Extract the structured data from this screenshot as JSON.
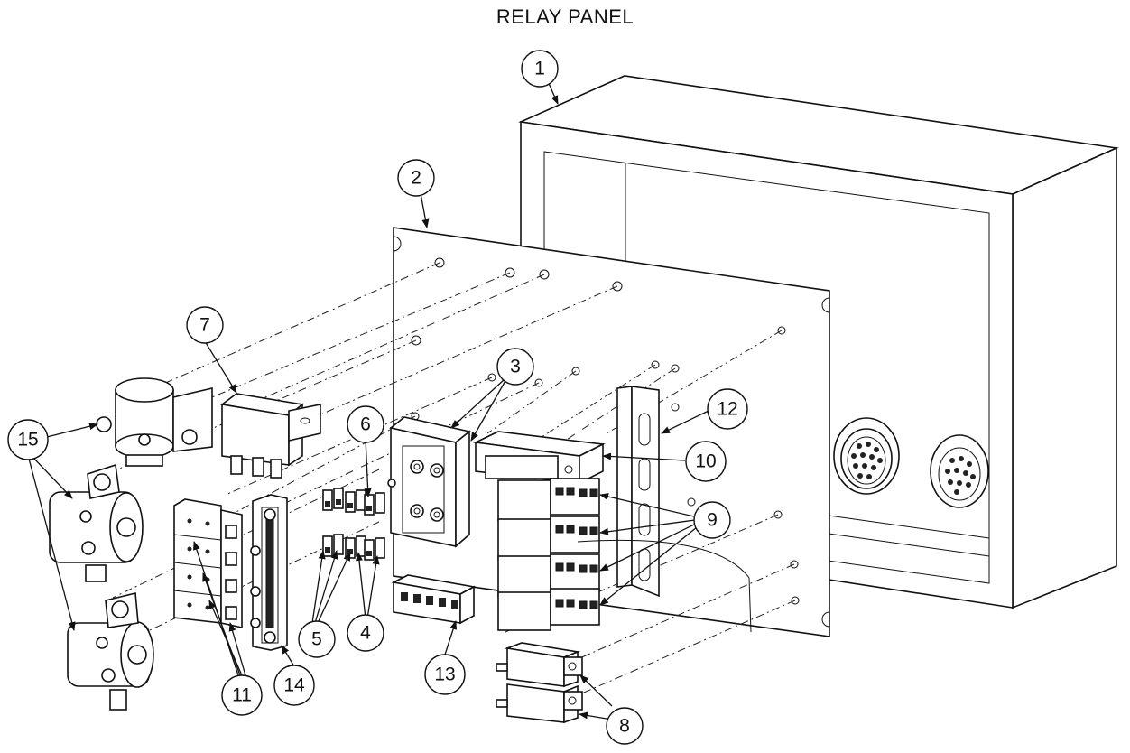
{
  "title": "RELAY PANEL",
  "callouts": [
    {
      "id": "1",
      "label": "1"
    },
    {
      "id": "2",
      "label": "2"
    },
    {
      "id": "3",
      "label": "3"
    },
    {
      "id": "4",
      "label": "4"
    },
    {
      "id": "5",
      "label": "5"
    },
    {
      "id": "6",
      "label": "6"
    },
    {
      "id": "7",
      "label": "7"
    },
    {
      "id": "8",
      "label": "8"
    },
    {
      "id": "9",
      "label": "9"
    },
    {
      "id": "10",
      "label": "10"
    },
    {
      "id": "11",
      "label": "11"
    },
    {
      "id": "12",
      "label": "12"
    },
    {
      "id": "13",
      "label": "13"
    },
    {
      "id": "14",
      "label": "14"
    },
    {
      "id": "15",
      "label": "15"
    }
  ]
}
